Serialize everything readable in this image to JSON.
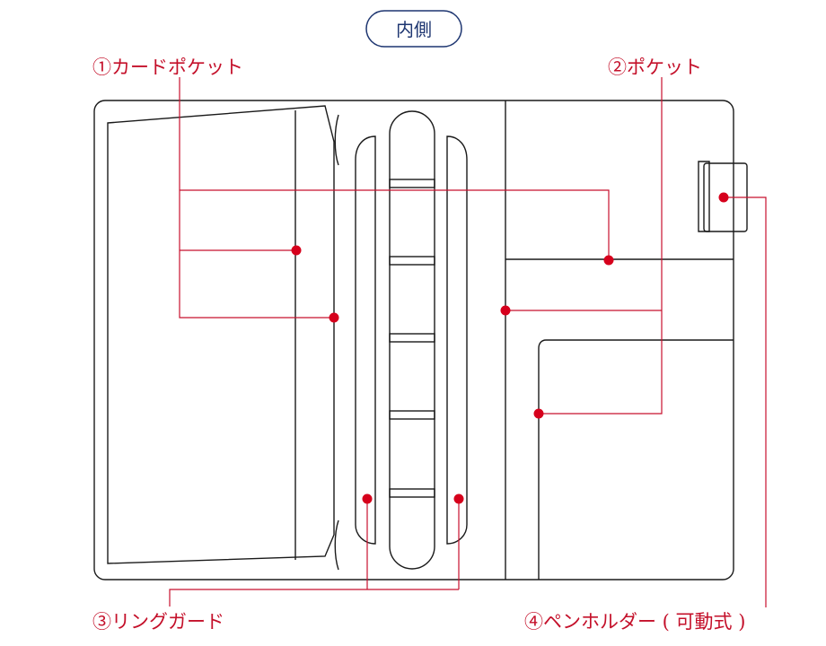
{
  "header": {
    "title": "内側",
    "title_color": "#1d3570"
  },
  "labels": {
    "card_pocket": "①カードポケット",
    "pocket": "②ポケット",
    "ring_guard": "③リングガード",
    "pen_holder": "④ペンホルダー ( 可動式 )"
  },
  "colors": {
    "accent": "#c8102e",
    "outline": "#1a1a1a"
  }
}
